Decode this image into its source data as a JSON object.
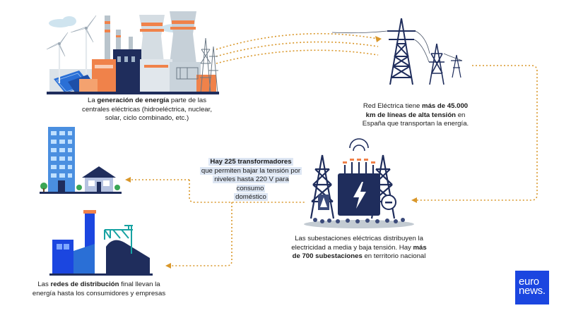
{
  "captions": {
    "generation": {
      "pre": "La ",
      "bold": "generación de energía",
      "post": " parte de las centrales eléctricas (hidroeléctrica, nuclear, solar, ciclo combinado, etc.)"
    },
    "grid": {
      "pre": "Red Eléctrica tiene ",
      "bold": "más de 45.000 km de líneas de alta tensión",
      "post": " en España que transportan la energía."
    },
    "substations": {
      "pre": "Las subestaciones eléctricas distribuyen la electricidad a media y baja tensión. Hay ",
      "bold": "más de 700 subestaciones",
      "post": " en territorio nacional"
    },
    "distribution": {
      "pre": "Las ",
      "bold": "redes de distribución",
      "post": " final llevan la energía hasta los consumidores y empresas"
    },
    "transformers": {
      "bold": "Hay 225 transformadores",
      "line2": "que permiten bajar la tensión por",
      "line3": "niveles hasta 220 V para consumo",
      "line4": "doméstico"
    }
  },
  "logo": {
    "line1": "euro",
    "line2": "news."
  },
  "colors": {
    "arrow": "#d9972a",
    "navy": "#1f2d5c",
    "brand": "#1b46e0",
    "orange": "#f0824a",
    "blue": "#2a6fd6"
  }
}
